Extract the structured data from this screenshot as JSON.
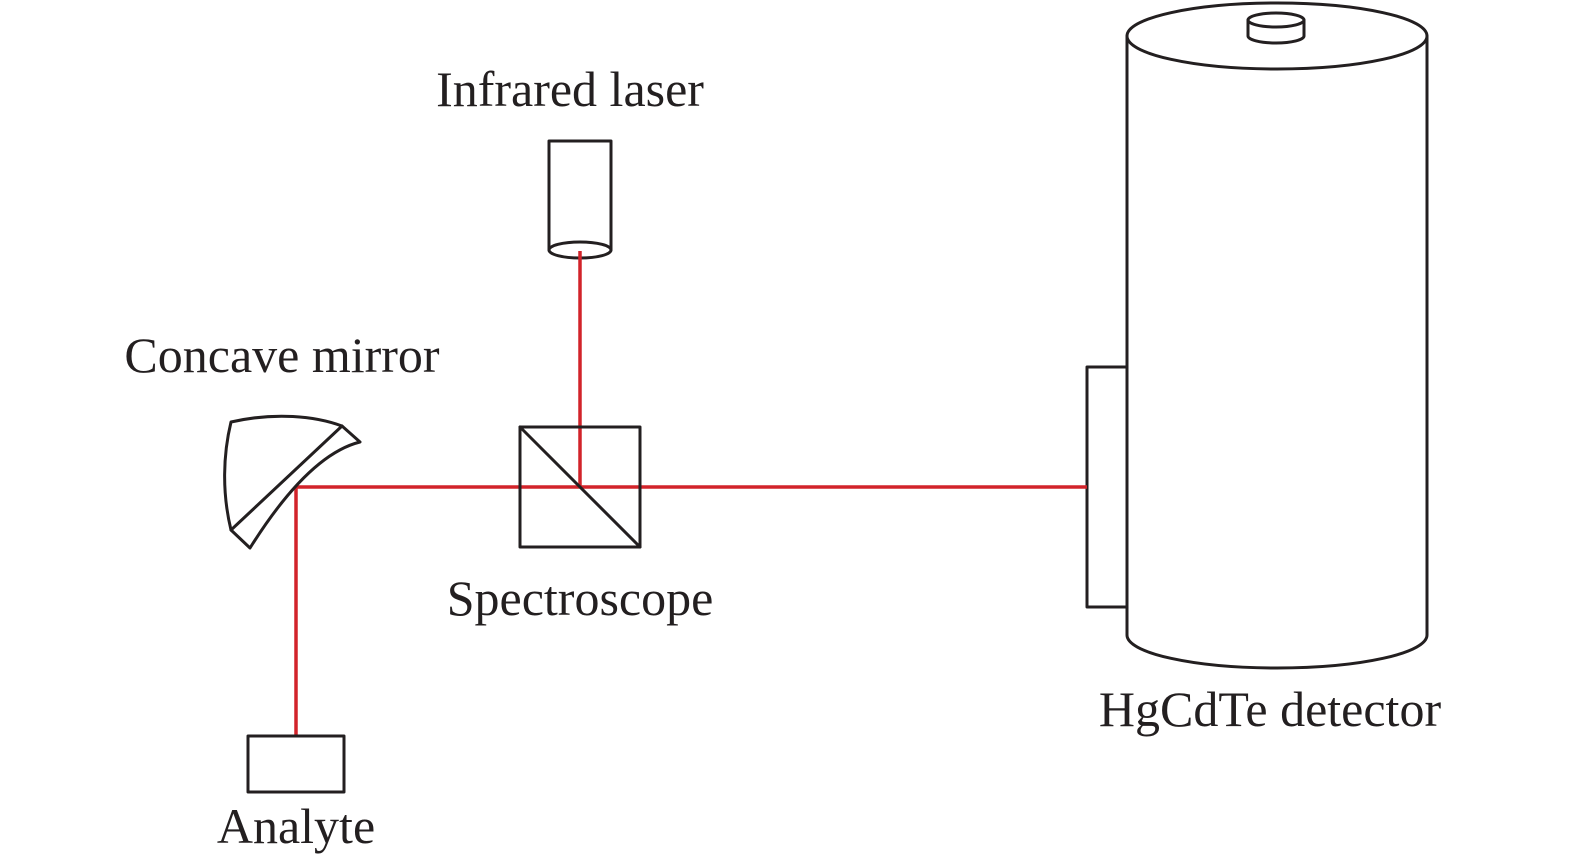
{
  "colors": {
    "beam": "#d2232a",
    "outline": "#231f20",
    "background": "#ffffff"
  },
  "labels": {
    "infrared_laser": "Infrared laser",
    "concave_mirror": "Concave mirror",
    "spectroscope": "Spectroscope",
    "hgcdte_detector": "HgCdTe detector",
    "analyte": "Analyte"
  }
}
